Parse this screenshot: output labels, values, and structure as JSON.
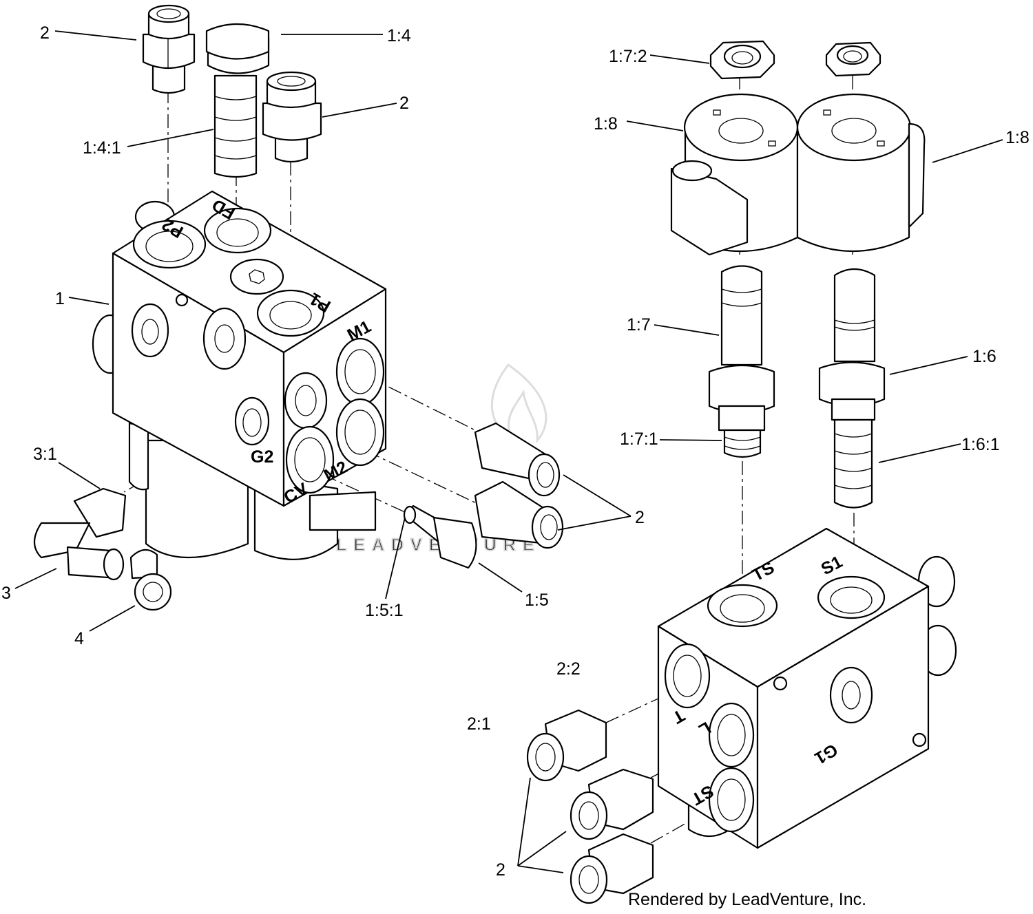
{
  "watermark": "LEADVENTURE",
  "credit": "Rendered by LeadVenture, Inc.",
  "callouts": {
    "c2_a": "2",
    "c1_4": "1:4",
    "c2_b": "2",
    "c1_4_1": "1:4:1",
    "c1": "1",
    "c3_1": "3:1",
    "c3": "3",
    "c4": "4",
    "c1_5_1": "1:5:1",
    "c1_5": "1:5",
    "c2_c": "2",
    "c1_7_2": "1:7:2",
    "c1_8_a": "1:8",
    "c1_8_b": "1:8",
    "c1_7": "1:7",
    "c1_6": "1:6",
    "c1_7_1": "1:7:1",
    "c1_6_1": "1:6:1",
    "c2_2": "2:2",
    "c2_1": "2:1",
    "c2_d": "2"
  },
  "port_labels": {
    "p2": "P2",
    "fd": "FD",
    "p1": "P1",
    "m1": "M1",
    "g2": "G2",
    "m2": "M2",
    "cv": "CV",
    "ts": "TS",
    "s1": "S1",
    "t": "T",
    "l": "L",
    "st": "ST",
    "g1": "G1"
  }
}
